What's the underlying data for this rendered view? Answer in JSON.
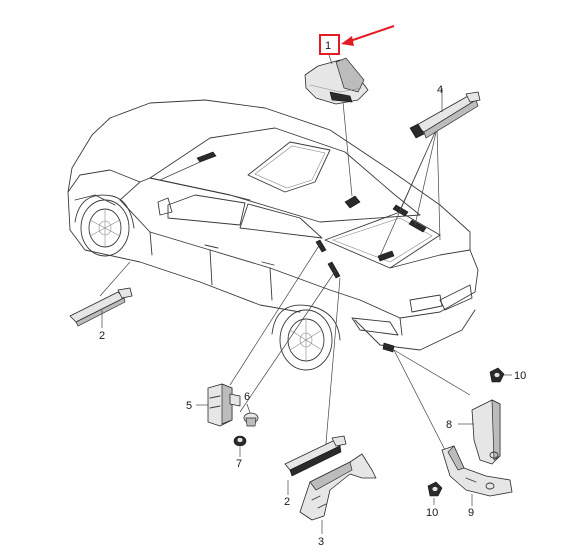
{
  "labels": {
    "p1": "1",
    "p2a": "2",
    "p2b": "2",
    "p3": "3",
    "p4": "4",
    "p5": "5",
    "p6": "6",
    "p7": "7",
    "p8": "8",
    "p9": "9",
    "p10a": "10",
    "p10b": "10"
  },
  "colors": {
    "highlight": "#e31b23",
    "line": "#3a3a3a",
    "part_dark": "#2b2b2b"
  }
}
